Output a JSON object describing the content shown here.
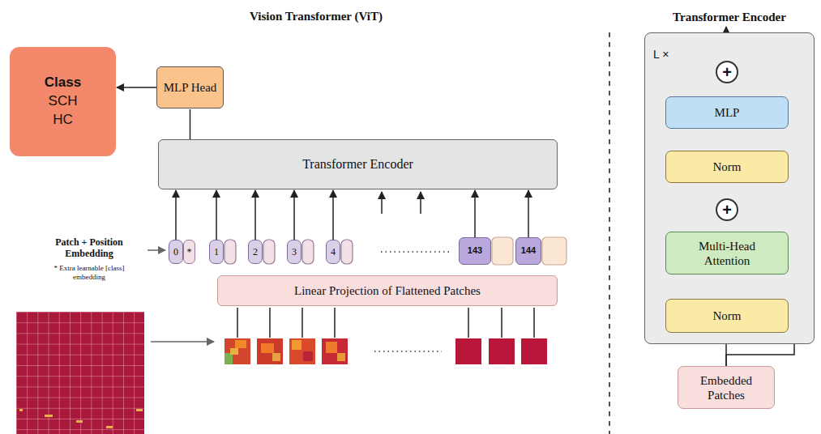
{
  "diagram": {
    "title": "Vision Transformer (ViT)",
    "nodes": [
      {
        "text": [
          "Class",
          "SCH HC"
        ]
      },
      {
        "text": [
          "MLP Head"
        ]
      },
      {
        "text": [
          "Transformer Encoder"
        ]
      },
      {
        "text": [
          "0"
        ]
      },
      {
        "text": [
          "*"
        ]
      },
      {
        "text": [
          "1"
        ]
      },
      {
        "text": [
          "2"
        ]
      },
      {
        "text": [
          "3"
        ]
      },
      {
        "text": [
          "4"
        ]
      },
      {
        "text": [
          "143"
        ]
      },
      {
        "text": [
          "144"
        ]
      },
      {
        "text": [
          "Linear Projection of Flattened Patches"
        ]
      },
      {
        "text": [
          "L ×"
        ]
      },
      {
        "text": [
          "+"
        ],
        "in": 12
      },
      {
        "text": [
          "MLP"
        ],
        "in": 12
      },
      {
        "text": [
          "Norm"
        ],
        "in": 12
      },
      {
        "text": [
          "+"
        ],
        "in": 12
      },
      {
        "text": [
          "Multi-Head Attention"
        ],
        "in": 12
      },
      {
        "text": [
          "Norm"
        ],
        "in": 12
      },
      {
        "text": [
          "Embedded Patches"
        ]
      }
    ],
    "edges": [
      {
        "from": 1,
        "to": 0,
        "arrow": "to"
      },
      {
        "from": 2,
        "to": 1,
        "arrow": "none"
      },
      {
        "from": 3,
        "to": 2,
        "arrow": "to"
      },
      {
        "from": 5,
        "to": 2,
        "arrow": "to"
      },
      {
        "from": 6,
        "to": 2,
        "arrow": "to"
      },
      {
        "from": 7,
        "to": 2,
        "arrow": "to"
      },
      {
        "from": 8,
        "to": 2,
        "arrow": "to"
      },
      {
        "from": 9,
        "to": 2,
        "arrow": "to"
      },
      {
        "from": 10,
        "to": 2,
        "arrow": "to"
      },
      {
        "from": 19,
        "to": 18,
        "arrow": "to"
      },
      {
        "from": 18,
        "to": 17,
        "arrow": "to"
      },
      {
        "from": 17,
        "to": 16,
        "arrow": "to"
      },
      {
        "from": 16,
        "to": 15,
        "arrow": "to"
      },
      {
        "from": 15,
        "to": 14,
        "arrow": "to"
      },
      {
        "from": 14,
        "to": 13,
        "arrow": "to"
      },
      {
        "from": 19,
        "to": 16,
        "arrow": "to"
      },
      {
        "from": 16,
        "to": 13,
        "arrow": "to"
      }
    ],
    "labels": [
      "Transformer Encoder",
      "Patch + Position Embedding",
      "* Extra learnable [class] embedding"
    ]
  }
}
